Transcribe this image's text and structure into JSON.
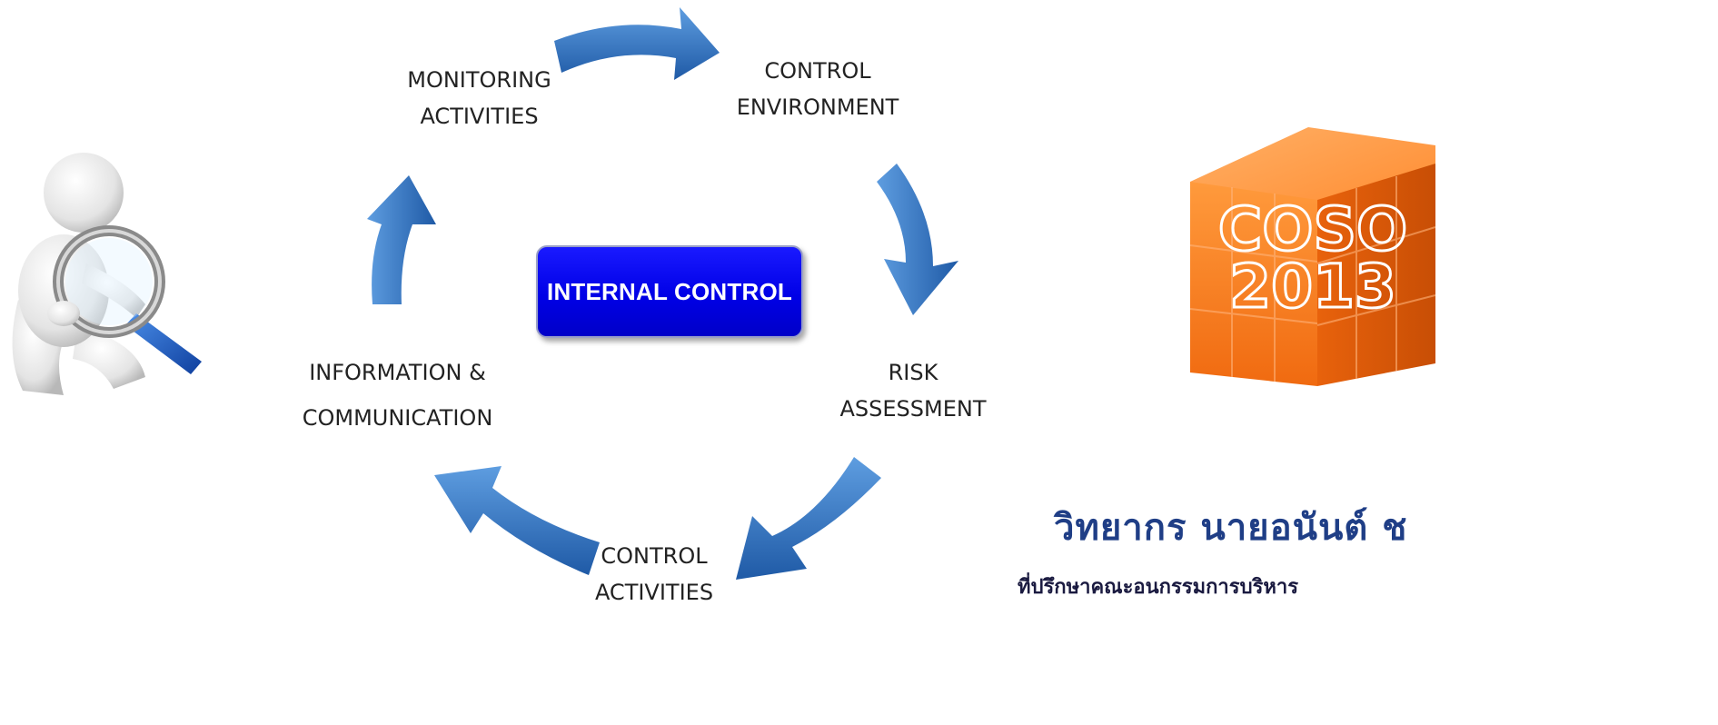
{
  "diagram": {
    "center_label": "INTERNAL CONTROL",
    "nodes": [
      {
        "id": "monitoring",
        "line1": "MONITORING",
        "line2": "ACTIVITIES"
      },
      {
        "id": "control-environment",
        "line1": "CONTROL",
        "line2": "ENVIRONMENT"
      },
      {
        "id": "risk-assessment",
        "line1": "RISK",
        "line2": "ASSESSMENT"
      },
      {
        "id": "control-activities",
        "line1": "CONTROL",
        "line2": "ACTIVITIES"
      },
      {
        "id": "information-communication",
        "line1": "INFORMATION &",
        "line2": "COMMUNICATION"
      }
    ],
    "arrow_color": "#2f6fb8",
    "center_color": "#0000e6"
  },
  "badge": {
    "line1": "COSO",
    "line2": "2013",
    "color": "#f57c1f"
  },
  "trainer": {
    "name": "วิทยากร นายอนันต์ ช",
    "title": "ที่ปรึกษาคณะอนกรรมการบริหาร"
  },
  "icons": {
    "figure": "magnifying-glass-figure-icon",
    "badge": "coso-cube-icon"
  }
}
